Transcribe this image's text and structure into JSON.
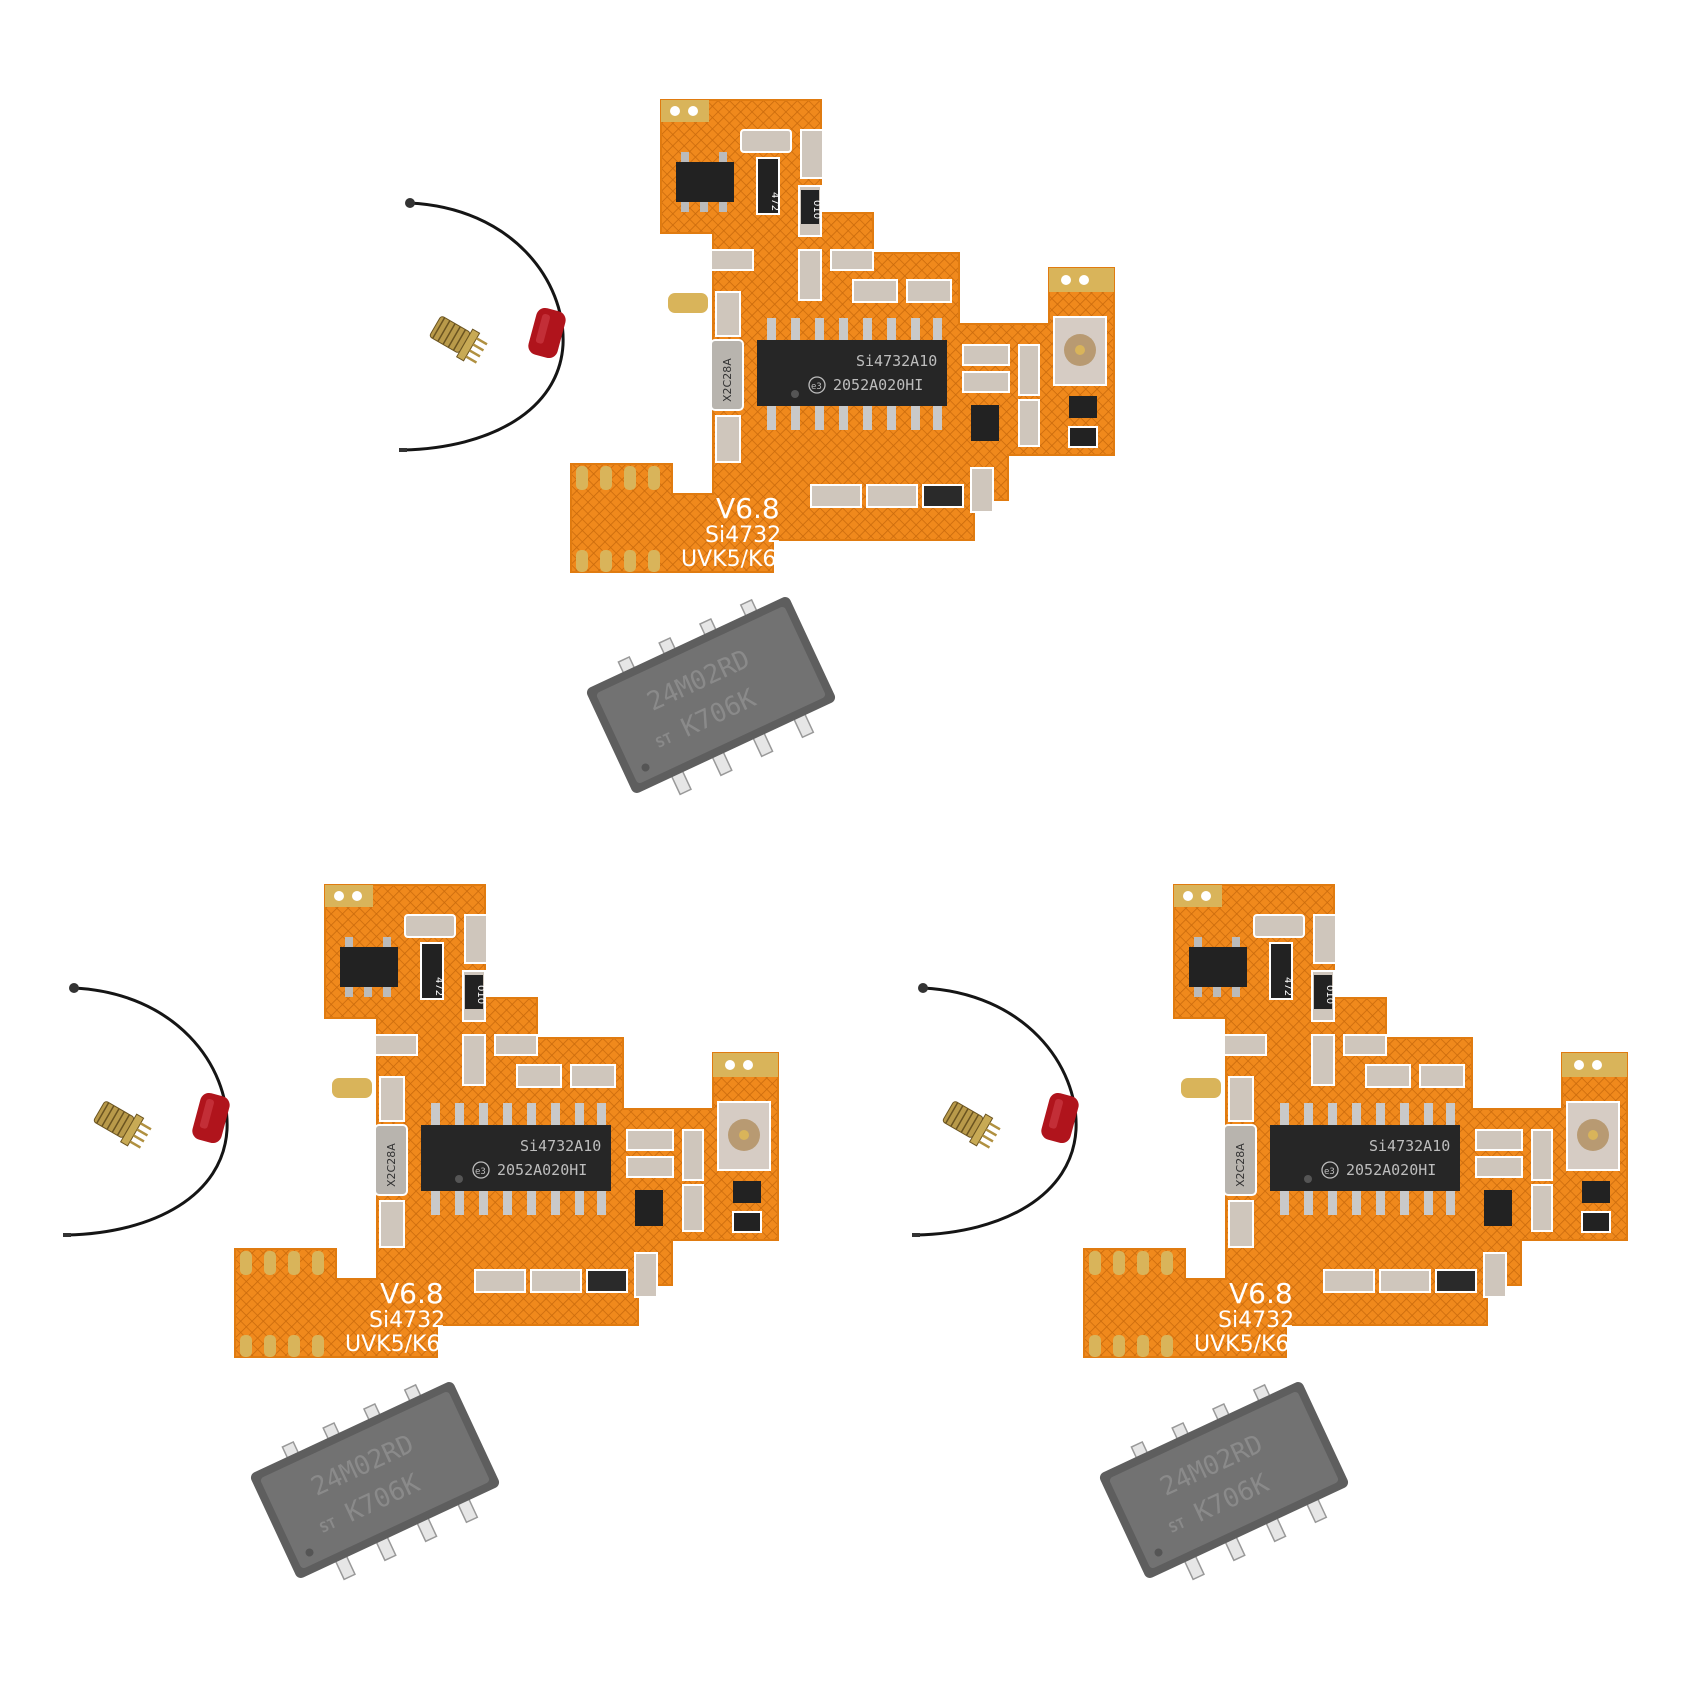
{
  "product": {
    "kit_count": 3,
    "board": {
      "version": "V6.8",
      "chip_label": "Si4732",
      "model": "UVK5/K6",
      "ic_line1": "Si4732A10",
      "ic_line2": "2052A020HI",
      "ic_logo": "e3",
      "crystal": "X2C28A",
      "resistor_a": "472",
      "resistor_b": "010"
    },
    "eeprom": {
      "line1": "24M02RD",
      "line2": "K706K",
      "logo": "ST"
    },
    "colors": {
      "pcb": "#f0891c",
      "pcb_hatch": "#c96a0c",
      "gold": "#d9b45a",
      "ic_body": "#2a2a2a",
      "eeprom_body": "#6e6e6e",
      "cap_red": "#b0141c"
    }
  }
}
